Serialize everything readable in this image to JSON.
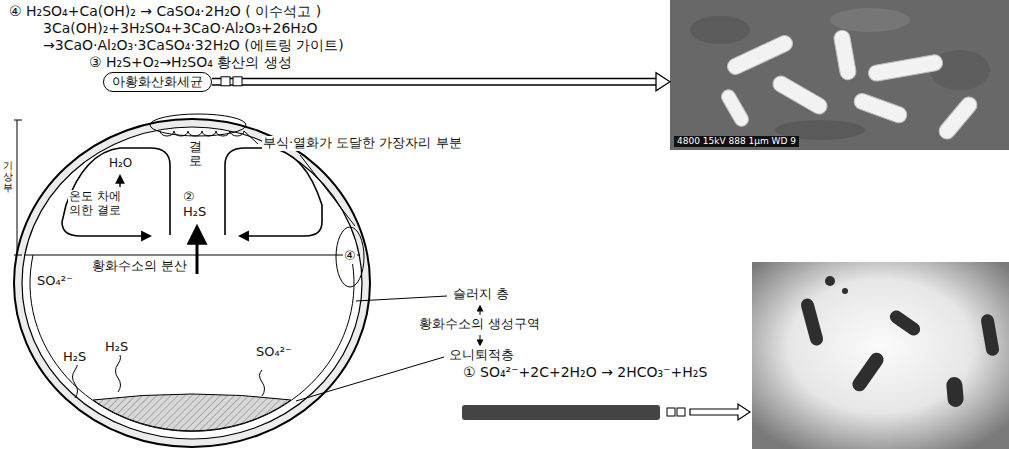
{
  "diagram": {
    "nodes": [
      {
        "text": [
          "아황화산화세균"
        ]
      },
      {
        "text": [
          "4800 15kV 888 1μm WD 9"
        ]
      }
    ],
    "edges": [
      {
        "from": 0,
        "to": 1,
        "arrow": "to"
      }
    ],
    "labels": [
      "④ H₂SO₄+Ca(OH)₂ → CaSO₄·2H₂O ( 이수석고 )",
      "3Ca(OH)₂+3H₂SO₄+3CaO·Al₂O₃+26H₂O",
      "→3CaO·Al₂O₃·3CaSO₄·32H₂O (에트링 가이트)",
      "③ H₂S+O₂→H₂SO₄ 황산의 생성",
      "부식·열화가 도달한 가장자리 부분",
      "기상부",
      "결로",
      "H₂O",
      "온도 차에 의한 결로",
      "② H₂S",
      "④",
      "황화수소의 분산",
      "SO₄²⁻",
      "H₂S",
      "H₂S",
      "SO₄²⁻",
      "슬러지 층",
      "황화수소의 생성구역",
      "오니퇴적층",
      "① SO₄²⁻+2C+2H₂O → 2HCO₃⁻+H₂S"
    ]
  }
}
